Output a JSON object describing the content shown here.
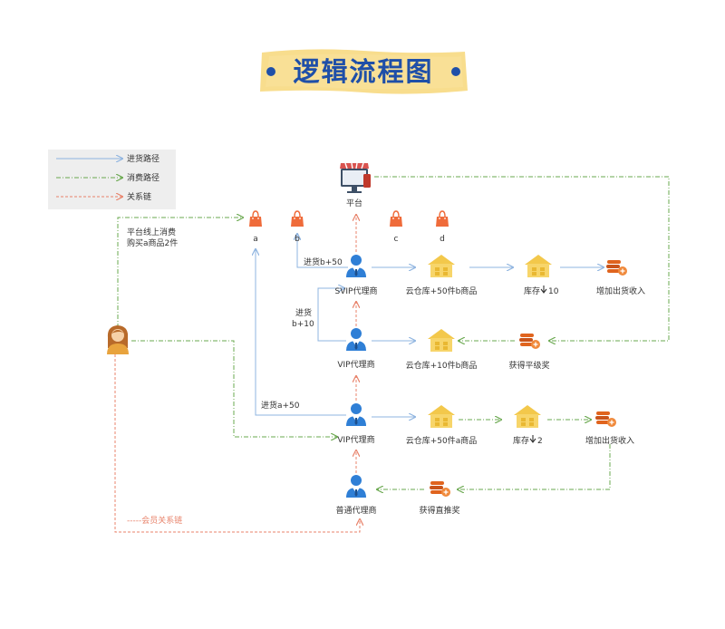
{
  "title": "逻辑流程图",
  "legend": {
    "items": [
      {
        "label": "进货路径",
        "color": "#8fb4e0"
      },
      {
        "label": "消费路径",
        "color": "#6aa84f"
      },
      {
        "label": "关系链",
        "color": "#e8836b"
      }
    ]
  },
  "nodes": {
    "platform": "平台",
    "shop_a": "a",
    "shop_b": "b",
    "shop_c": "c",
    "shop_d": "d",
    "svip": "SVIP代理商",
    "vip1": "VIP代理商",
    "vip2": "VIP代理商",
    "normal": "普通代理商",
    "cloud_svip": "云仓库+50件b商品",
    "stock_svip": "库存",
    "stock_svip_value": "10",
    "income_svip": "增加出货收入",
    "cloud_vip1": "云仓库+10件b商品",
    "reward_flat": "获得平级奖",
    "cloud_vip2": "云仓库+50件a商品",
    "stock_vip2": "库存",
    "stock_vip2_value": "2",
    "income_vip2": "增加出货收入",
    "reward_direct": "获得直推奖"
  },
  "edge_labels": {
    "consumer_line1": "平台线上消费",
    "consumer_line2": "购买a商品2件",
    "restock_b50": "进货b+50",
    "restock_b10_line1": "进货",
    "restock_b10_line2": "b+10",
    "restock_a50": "进货a+50",
    "member_relation": "-----会员关系链"
  },
  "colors": {
    "restock": "#8fb4e0",
    "consume": "#6aa84f",
    "relation": "#e8836b",
    "title": "#1f4fa8",
    "title_bg": "#f7d779",
    "person": "#2f7fd6",
    "bag": "#ef6b3a",
    "house": "#f3c84b",
    "coins": "#e0641e"
  },
  "icons": {
    "platform": "storefront-monitor-icon",
    "shop": "shopping-bag-icon",
    "agent": "agent-person-icon",
    "warehouse": "warehouse-house-icon",
    "coins": "coin-stack-icon",
    "consumer": "consumer-woman-icon",
    "stock_arrow": "down-arrow-icon"
  }
}
